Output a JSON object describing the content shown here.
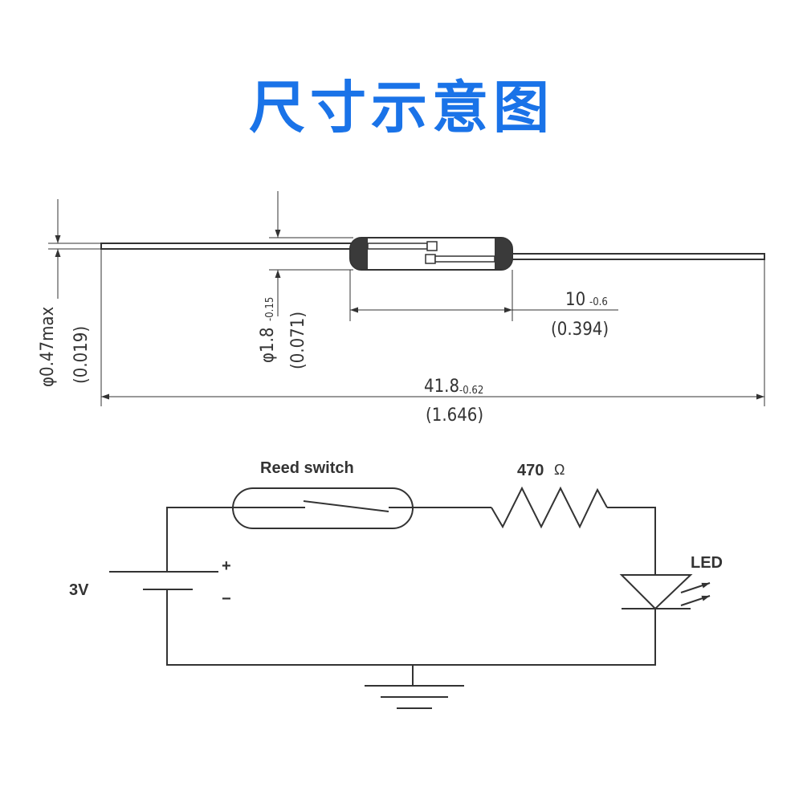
{
  "title": "尺寸示意图",
  "dimensions": {
    "wire_dia_main": "φ0.47max",
    "wire_dia_alt": "(0.019)",
    "glass_dia_main": "φ1.8",
    "glass_dia_tol": "-0.15",
    "glass_dia_alt": "(0.071)",
    "glass_len_main": "10",
    "glass_len_tol": "-0.6",
    "glass_len_alt": "(0.394)",
    "total_len_main": "41.8",
    "total_len_tol": "-0.62",
    "total_len_alt": "(1.646)"
  },
  "circuit": {
    "reed_label": "Reed switch",
    "resistor_label": "470",
    "ohm": "Ω",
    "led_label": "LED",
    "voltage": "3V",
    "plus": "+",
    "minus": "−"
  },
  "colors": {
    "title": "#1a73e8",
    "line": "#333333"
  }
}
